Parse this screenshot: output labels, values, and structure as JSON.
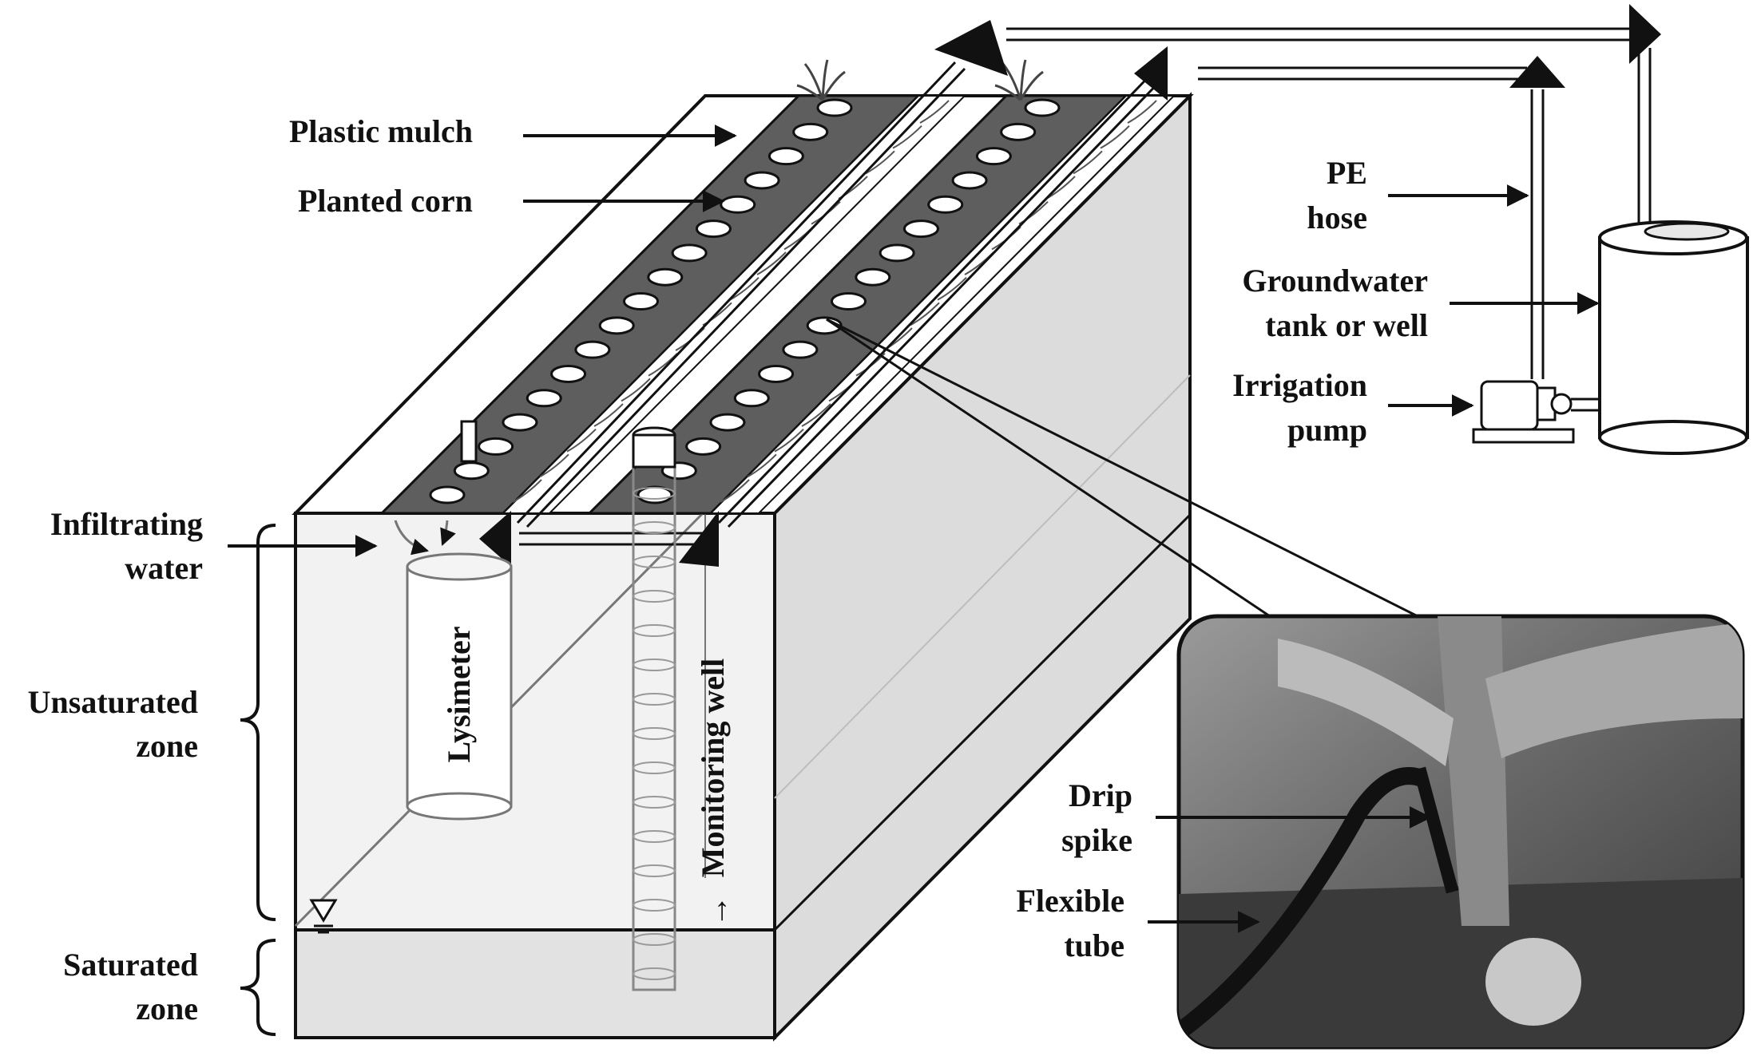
{
  "labels": {
    "plastic_mulch": "Plastic mulch",
    "planted_corn": "Planted corn",
    "pe_hose_line1": "PE",
    "pe_hose_line2": "hose",
    "groundwater_line1": "Groundwater",
    "groundwater_line2": "tank or well",
    "pump_line1": "Irrigation",
    "pump_line2": "pump",
    "infiltrating_line1": "Infiltrating",
    "infiltrating_line2": "water",
    "unsaturated_line1": "Unsaturated",
    "unsaturated_line2": "zone",
    "saturated_line1": "Saturated",
    "saturated_line2": "zone",
    "lysimeter": "Lysimeter",
    "monitoring_well": "Monitoring well",
    "monitoring_arrow": "↑",
    "drip_spike_line1": "Drip",
    "drip_spike_line2": "spike",
    "flexible_tube_line1": "Flexible",
    "flexible_tube_line2": "tube"
  },
  "colors": {
    "box_front": "#f3f3f3",
    "box_top": "#ffffff",
    "box_side": "#dedede",
    "saturated_front": "#e4e4e4",
    "mulch": "#5e5e5e",
    "photo_bg": "#6f6f6f",
    "ink": "#111111"
  },
  "icons": {
    "water_table": "inverted-triangle-icon",
    "pump": "pump-icon",
    "tank": "cylinder-tank-icon",
    "plant": "corn-sprout-icon"
  }
}
